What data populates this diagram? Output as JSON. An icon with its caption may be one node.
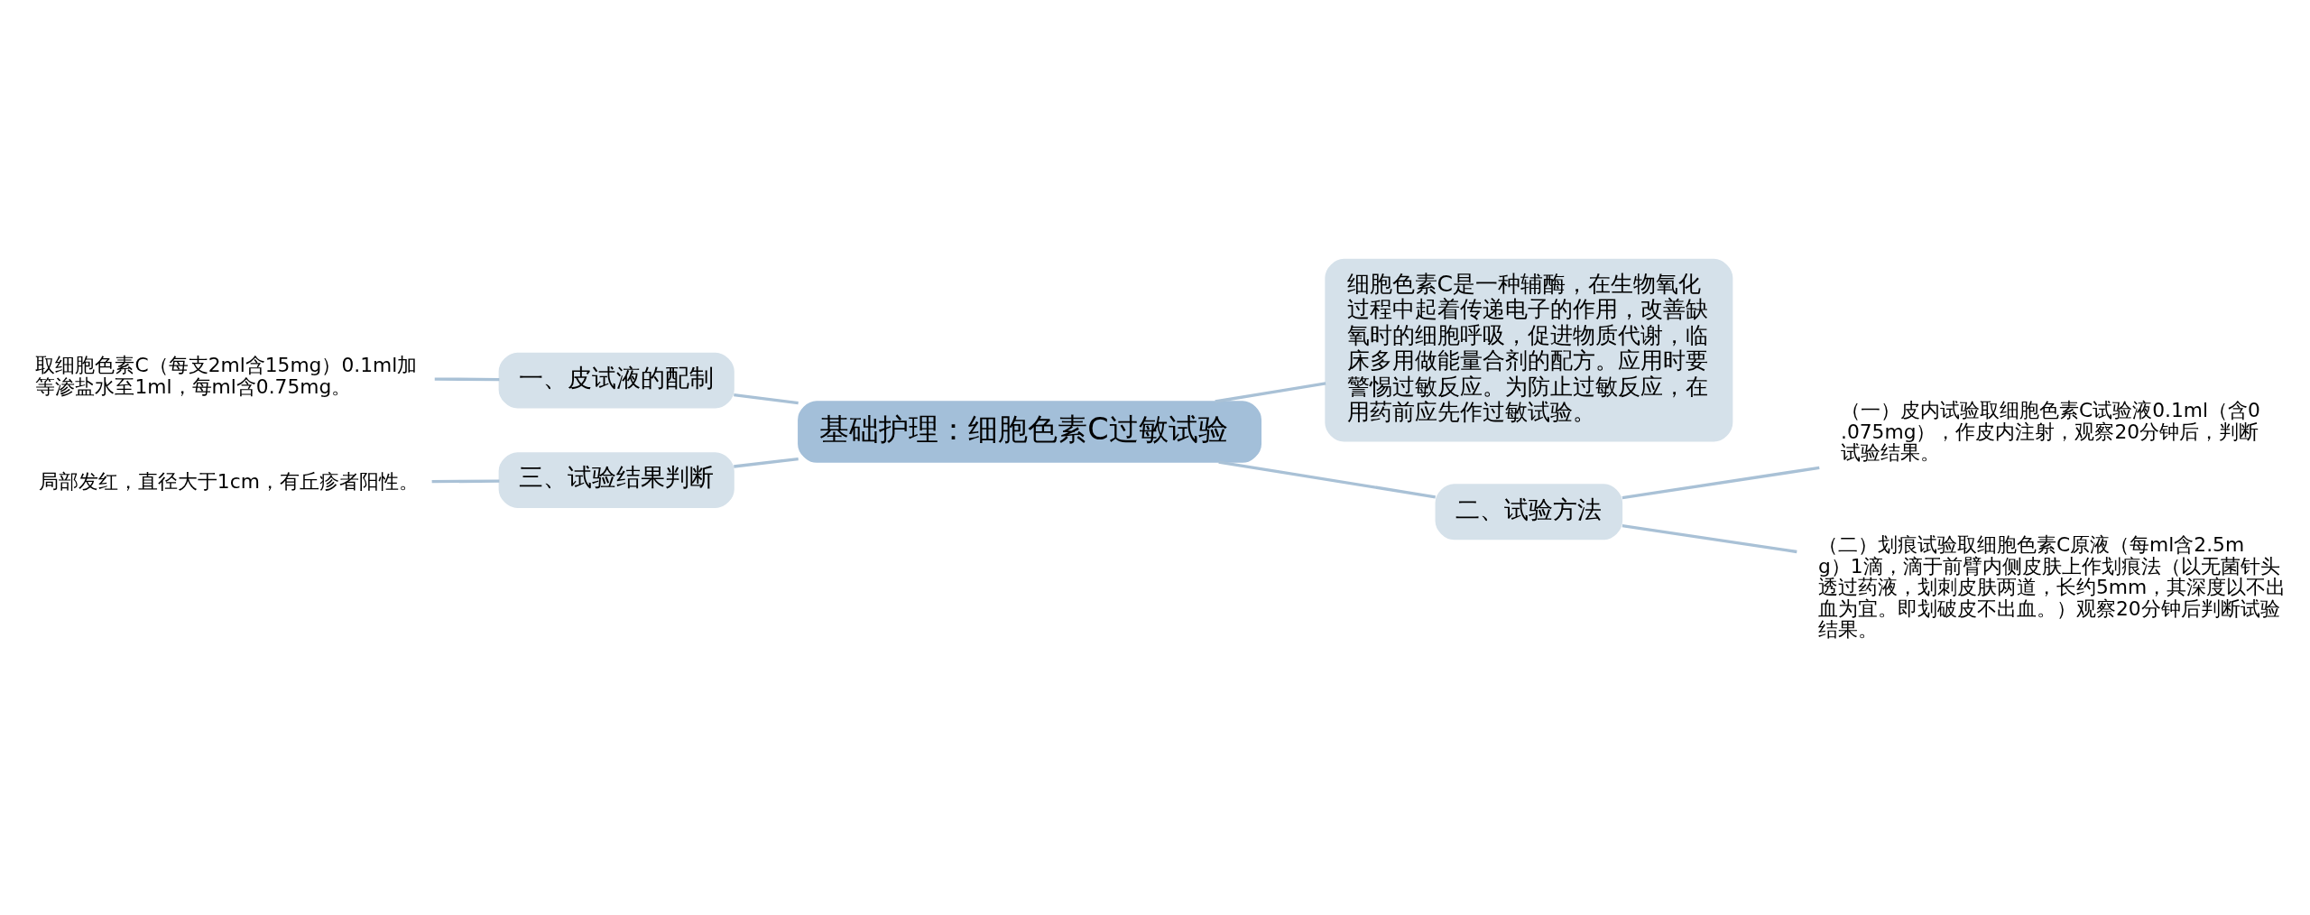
{
  "diagram": {
    "nodes": [
      {
        "text": [
          "基础护理：细胞色素C过敏试验"
        ]
      },
      {
        "text": [
          "一、皮试液的配制"
        ]
      },
      {
        "text": [
          "取细胞色素C（每支2ml含15mg）0.1ml加等渗盐水至1ml，每ml含0.75mg。"
        ]
      },
      {
        "text": [
          "三、试验结果判断"
        ]
      },
      {
        "text": [
          "局部发红，直径大于1cm，有丘疹者阳性。"
        ]
      },
      {
        "text": [
          "细胞色素C是一种辅酶，在生物氧化过程中起着传递电子的作用，改善缺氧时的细胞呼吸，促进物质代谢，临床多用做能量合剂的配方。应用时要警惕过敏反应。为防止过敏反应，在用药前应先作过敏试验。"
        ]
      },
      {
        "text": [
          "二、试验方法"
        ]
      },
      {
        "text": [
          "（一）皮内试验取细胞色素C试验液0.1ml（含0.075mg），作皮内注射，观察20分钟后，判断试验结果。"
        ]
      },
      {
        "text": [
          "（二）划痕试验取细胞色素C原液（每ml含2.5mg）1滴，滴于前臂内侧皮肤上作划痕法（以无菌针头透过药液，划刺皮肤两道，长约5mm，其深度以不出血为宜。即划破皮不出血。）观察20分钟后判断试验结果。"
        ]
      }
    ],
    "edges": [
      {
        "from": 0,
        "to": 1,
        "arrow": "none"
      },
      {
        "from": 1,
        "to": 2,
        "arrow": "none"
      },
      {
        "from": 0,
        "to": 3,
        "arrow": "none"
      },
      {
        "from": 3,
        "to": 4,
        "arrow": "none"
      },
      {
        "from": 0,
        "to": 5,
        "arrow": "none"
      },
      {
        "from": 0,
        "to": 6,
        "arrow": "none"
      },
      {
        "from": 6,
        "to": 7,
        "arrow": "none"
      },
      {
        "from": 6,
        "to": 8,
        "arrow": "none"
      }
    ]
  }
}
